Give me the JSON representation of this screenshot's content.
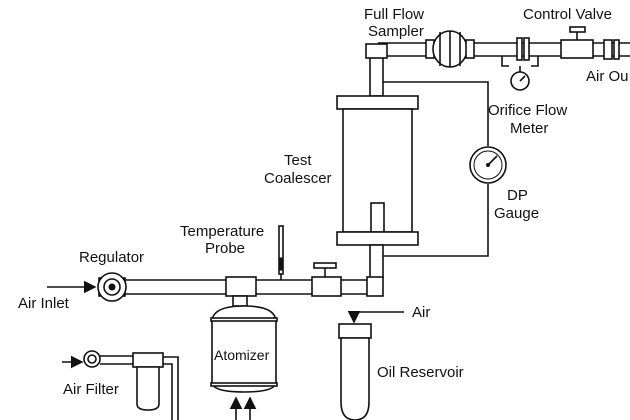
{
  "labels": {
    "full_flow_sampler_1": "Full Flow",
    "full_flow_sampler_2": "Sampler",
    "control_valve": "Control Valve",
    "air_out": "Air Ou",
    "orifice_flow_meter_1": "Orifice Flow",
    "orifice_flow_meter_2": "Meter",
    "test_coalescer_1": "Test",
    "test_coalescer_2": "Coalescer",
    "dp_gauge_1": "DP",
    "dp_gauge_2": "Gauge",
    "temperature_probe_1": "Temperature",
    "temperature_probe_2": "Probe",
    "regulator": "Regulator",
    "air_inlet": "Air Inlet",
    "air": "Air",
    "atomizer": "Atomizer",
    "oil_reservoir": "Oil Reservoir",
    "air_filter": "Air Filter"
  }
}
